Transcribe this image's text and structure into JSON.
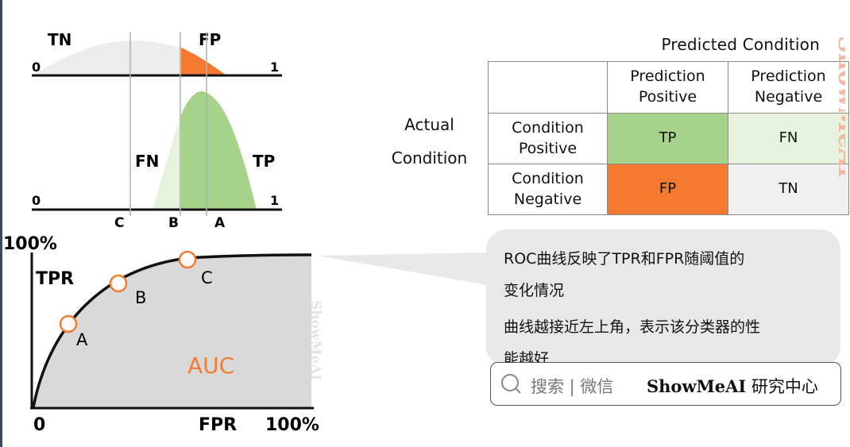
{
  "top_curve": {
    "tn_label": "TN",
    "fp_label": "FP",
    "axis_start": "0",
    "axis_end": "1"
  },
  "mid_curve": {
    "fn_label": "FN",
    "tp_label": "TP",
    "axis_start": "0",
    "axis_end": "1",
    "threshold_labels": [
      "C",
      "B",
      "A"
    ]
  },
  "roc": {
    "y_top_label": "100%",
    "y_axis_label": "TPR",
    "x_origin": "0",
    "x_axis_label": "FPR",
    "x_end_label": "100%",
    "points": [
      "A",
      "B",
      "C"
    ],
    "area_label": "AUC",
    "watermark": "ShowMeAI"
  },
  "confusion_matrix": {
    "predicted_header": "Predicted Condition",
    "actual_header_line1": "Actual",
    "actual_header_line2": "Condition",
    "col_pos_line1": "Prediction",
    "col_pos_line2": "Positive",
    "col_neg_line1": "Prediction",
    "col_neg_line2": "Negative",
    "row_pos_line1": "Condition",
    "row_pos_line2": "Positive",
    "row_neg_line1": "Condition",
    "row_neg_line2": "Negative",
    "tp": "TP",
    "fn": "FN",
    "fp": "FP",
    "tn": "TN"
  },
  "callout": {
    "line1": "ROC曲线反映了TPR和FPR随阈值的",
    "line2": "变化情况",
    "line3": "曲线越接近左上角，表示该分类器的性",
    "line4": "能越好"
  },
  "search": {
    "hint": "搜索 | 微信",
    "brand": "ShowMeAI",
    "suffix": " 研究中心"
  },
  "watermark_right": "ShowMeAI",
  "colors": {
    "green": "#a6d289",
    "light_green": "#e8f3df",
    "orange": "#f57a30",
    "grey_fill": "#d9d9d9",
    "callout_bg": "#e8e8e8"
  }
}
